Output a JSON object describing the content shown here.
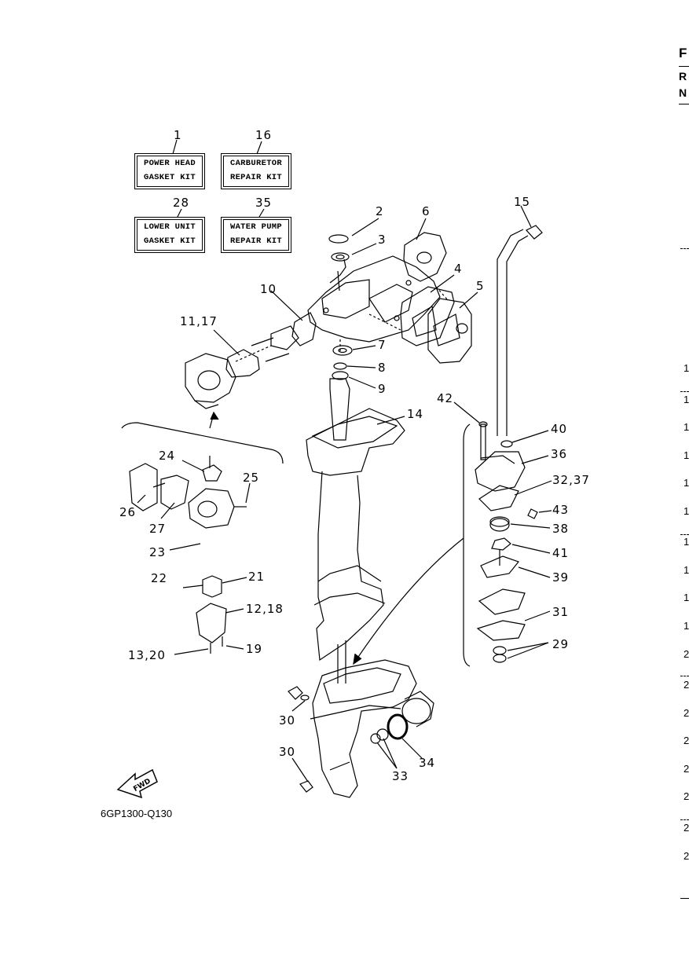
{
  "kits": [
    {
      "ref": "1",
      "lines": [
        "POWER HEAD",
        "GASKET KIT"
      ]
    },
    {
      "ref": "16",
      "lines": [
        "CARBURETOR",
        "REPAIR KIT"
      ]
    },
    {
      "ref": "28",
      "lines": [
        "LOWER UNIT",
        "GASKET KIT"
      ]
    },
    {
      "ref": "35",
      "lines": [
        "WATER PUMP",
        "REPAIR KIT"
      ]
    }
  ],
  "callouts": [
    "2",
    "3",
    "6",
    "4",
    "5",
    "15",
    "10",
    "11,17",
    "7",
    "8",
    "9",
    "14",
    "42",
    "40",
    "36",
    "32,37",
    "43",
    "38",
    "41",
    "39",
    "31",
    "29",
    "24",
    "25",
    "26",
    "27",
    "23",
    "22",
    "21",
    "12,18",
    "13,20",
    "19",
    "30",
    "30",
    "33",
    "34"
  ],
  "fwd_label": "FWD",
  "diagram_code": "6GP1300-Q130",
  "right_margin": {
    "header_letters": [
      "F",
      "R",
      "N"
    ],
    "row_numbers": [
      "1",
      "1",
      "1",
      "1",
      "1",
      "1",
      "1",
      "1",
      "1",
      "1",
      "2",
      "2",
      "2",
      "2",
      "2",
      "2",
      "2",
      "2"
    ]
  }
}
